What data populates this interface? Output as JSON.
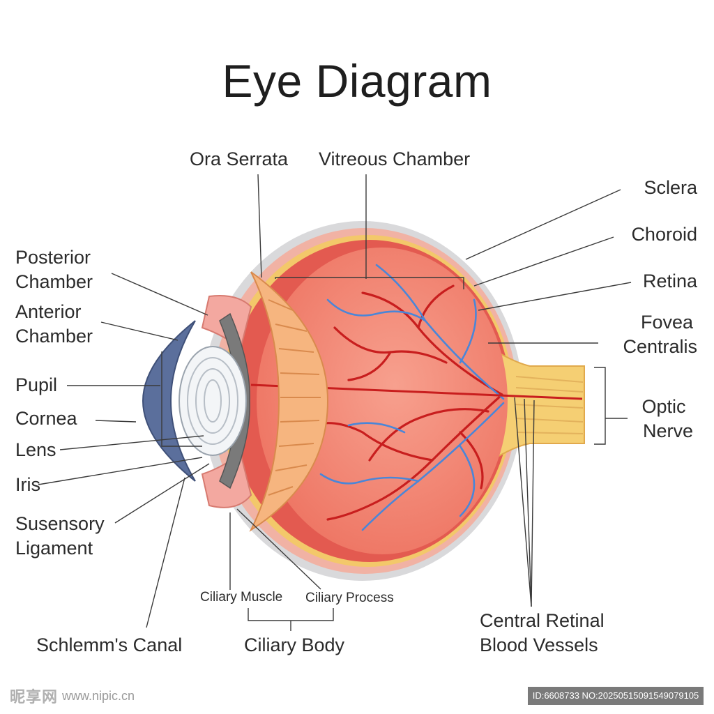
{
  "title": "Eye Diagram",
  "labels": {
    "ora_serrata": "Ora Serrata",
    "vitreous_chamber": "Vitreous Chamber",
    "sclera": "Sclera",
    "choroid": "Choroid",
    "retina": "Retina",
    "fovea_line1": "Fovea",
    "fovea_line2": "Centralis",
    "optic_line1": "Optic",
    "optic_line2": "Nerve",
    "posterior_line1": "Posterior",
    "posterior_line2": "Chamber",
    "anterior_line1": "Anterior",
    "anterior_line2": "Chamber",
    "pupil": "Pupil",
    "cornea": "Cornea",
    "lens": "Lens",
    "iris": "Iris",
    "suspensory_line1": "Susensory",
    "suspensory_line2": "Ligament",
    "schlemm": "Schlemm's Canal",
    "ciliary_muscle": "Ciliary Muscle",
    "ciliary_process": "Ciliary Process",
    "ciliary_body": "Ciliary Body",
    "crbv_line1": "Central Retinal",
    "crbv_line2": "Blood Vessels"
  },
  "watermark": {
    "site_cn": "昵享网",
    "site_url": "www.nipic.cn",
    "id_text": "ID:6608733 NO:20250515091549079105"
  },
  "colors": {
    "sclera_outer": "#d9d9db",
    "sclera_pink": "#f1b2a4",
    "choroid_yellow": "#f3c86a",
    "retina_red": "#e35a50",
    "vitreous": "#f28473",
    "ciliary_orange": "#f6b57f",
    "lens_white": "#f3f5f7",
    "cornea_blue": "#5b6f9c",
    "artery": "#c81e1e",
    "vein": "#4a86d8",
    "optic_nerve": "#f5cf73"
  }
}
